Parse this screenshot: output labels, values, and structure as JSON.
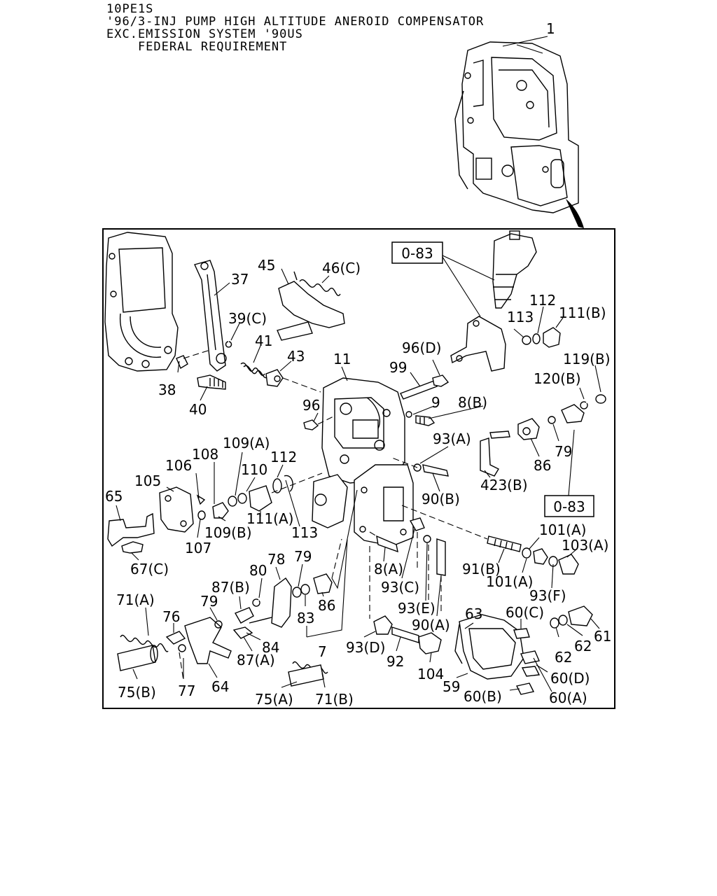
{
  "header": {
    "lines": [
      "10PE1S",
      "'96/3-INJ PUMP HIGH ALTITUDE ANEROID COMPENSATOR",
      "EXC.EMISSION SYSTEM '90US",
      "    FEDERAL REQUIREMENT"
    ]
  },
  "callouts": {
    "ref_top": "0-83",
    "ref_right": "0-83"
  },
  "part_labels": [
    {
      "id": "p1",
      "text": "1"
    },
    {
      "id": "p37",
      "text": "37"
    },
    {
      "id": "p45",
      "text": "45"
    },
    {
      "id": "p46c",
      "text": "46(C)"
    },
    {
      "id": "p39c",
      "text": "39(C)"
    },
    {
      "id": "p41",
      "text": "41"
    },
    {
      "id": "p43",
      "text": "43"
    },
    {
      "id": "p38",
      "text": "38"
    },
    {
      "id": "p40",
      "text": "40"
    },
    {
      "id": "p11",
      "text": "11"
    },
    {
      "id": "p99",
      "text": "99"
    },
    {
      "id": "p96d",
      "text": "96(D)"
    },
    {
      "id": "p113a",
      "text": "113"
    },
    {
      "id": "p112a",
      "text": "112"
    },
    {
      "id": "p111b",
      "text": "111(B)"
    },
    {
      "id": "p119b",
      "text": "119(B)"
    },
    {
      "id": "p120b",
      "text": "120(B)"
    },
    {
      "id": "p96",
      "text": "96"
    },
    {
      "id": "p9",
      "text": "9"
    },
    {
      "id": "p8b",
      "text": "8(B)"
    },
    {
      "id": "p93a",
      "text": "93(A)"
    },
    {
      "id": "p79a",
      "text": "79"
    },
    {
      "id": "p86a",
      "text": "86"
    },
    {
      "id": "p423b",
      "text": "423(B)"
    },
    {
      "id": "p108",
      "text": "108"
    },
    {
      "id": "p109a",
      "text": "109(A)"
    },
    {
      "id": "p106",
      "text": "106"
    },
    {
      "id": "p110",
      "text": "110"
    },
    {
      "id": "p112b",
      "text": "112"
    },
    {
      "id": "p105",
      "text": "105"
    },
    {
      "id": "p65",
      "text": "65"
    },
    {
      "id": "p90b",
      "text": "90(B)"
    },
    {
      "id": "p111a",
      "text": "111(A)"
    },
    {
      "id": "p109b",
      "text": "109(B)"
    },
    {
      "id": "p113b",
      "text": "113"
    },
    {
      "id": "p107",
      "text": "107"
    },
    {
      "id": "p101a1",
      "text": "101(A)"
    },
    {
      "id": "p103a",
      "text": "103(A)"
    },
    {
      "id": "p67c",
      "text": "67(C)"
    },
    {
      "id": "p8a",
      "text": "8(A)"
    },
    {
      "id": "p78",
      "text": "78"
    },
    {
      "id": "p79b",
      "text": "79"
    },
    {
      "id": "p80",
      "text": "80"
    },
    {
      "id": "p91b",
      "text": "91(B)"
    },
    {
      "id": "p101a2",
      "text": "101(A)"
    },
    {
      "id": "p93c",
      "text": "93(C)"
    },
    {
      "id": "p87b",
      "text": "87(B)"
    },
    {
      "id": "p93f",
      "text": "93(F)"
    },
    {
      "id": "p86b",
      "text": "86"
    },
    {
      "id": "p83",
      "text": "83"
    },
    {
      "id": "p93e",
      "text": "93(E)"
    },
    {
      "id": "p71a",
      "text": "71(A)"
    },
    {
      "id": "p76",
      "text": "76"
    },
    {
      "id": "p79c",
      "text": "79"
    },
    {
      "id": "p63",
      "text": "63"
    },
    {
      "id": "p60c",
      "text": "60(C)"
    },
    {
      "id": "p90a",
      "text": "90(A)"
    },
    {
      "id": "p61",
      "text": "61"
    },
    {
      "id": "p84",
      "text": "84"
    },
    {
      "id": "p62a",
      "text": "62"
    },
    {
      "id": "p7",
      "text": "7"
    },
    {
      "id": "p93d",
      "text": "93(D)"
    },
    {
      "id": "p87a",
      "text": "87(A)"
    },
    {
      "id": "p62b",
      "text": "62"
    },
    {
      "id": "p92",
      "text": "92"
    },
    {
      "id": "p104",
      "text": "104"
    },
    {
      "id": "p60d",
      "text": "60(D)"
    },
    {
      "id": "p64",
      "text": "64"
    },
    {
      "id": "p75b",
      "text": "75(B)"
    },
    {
      "id": "p77",
      "text": "77"
    },
    {
      "id": "p59",
      "text": "59"
    },
    {
      "id": "p75a",
      "text": "75(A)"
    },
    {
      "id": "p71b",
      "text": "71(B)"
    },
    {
      "id": "p60b",
      "text": "60(B)"
    },
    {
      "id": "p60a",
      "text": "60(A)"
    }
  ]
}
